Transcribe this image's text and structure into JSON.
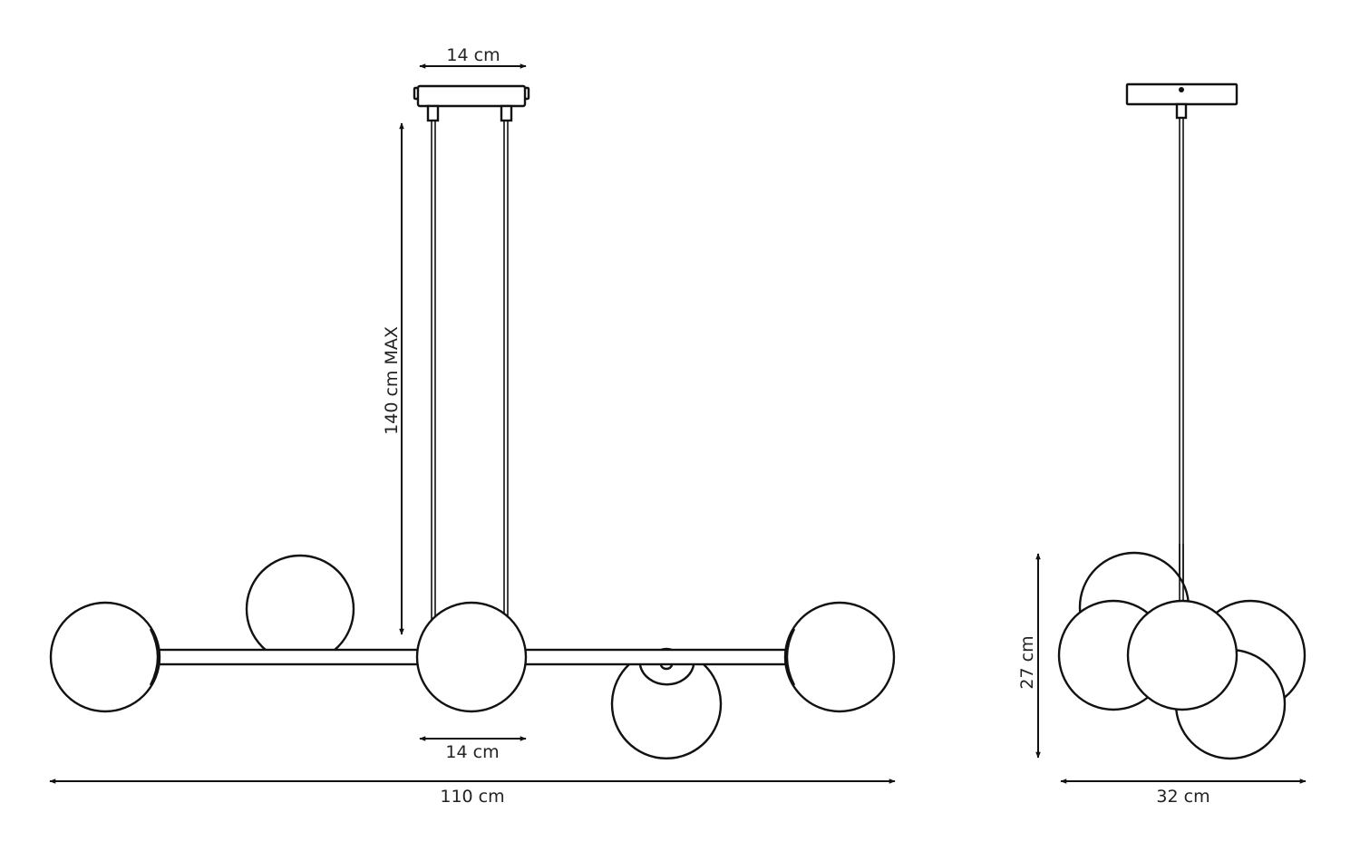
{
  "front_view": {
    "canopy_width_label": "14 cm",
    "drop_height_label": "140 cm MAX",
    "stem_spacing_label": "14 cm",
    "total_width_label": "110 cm"
  },
  "side_view": {
    "height_label": "27 cm",
    "width_label": "32 cm"
  },
  "colors": {
    "line": "#111111",
    "background": "#ffffff"
  }
}
